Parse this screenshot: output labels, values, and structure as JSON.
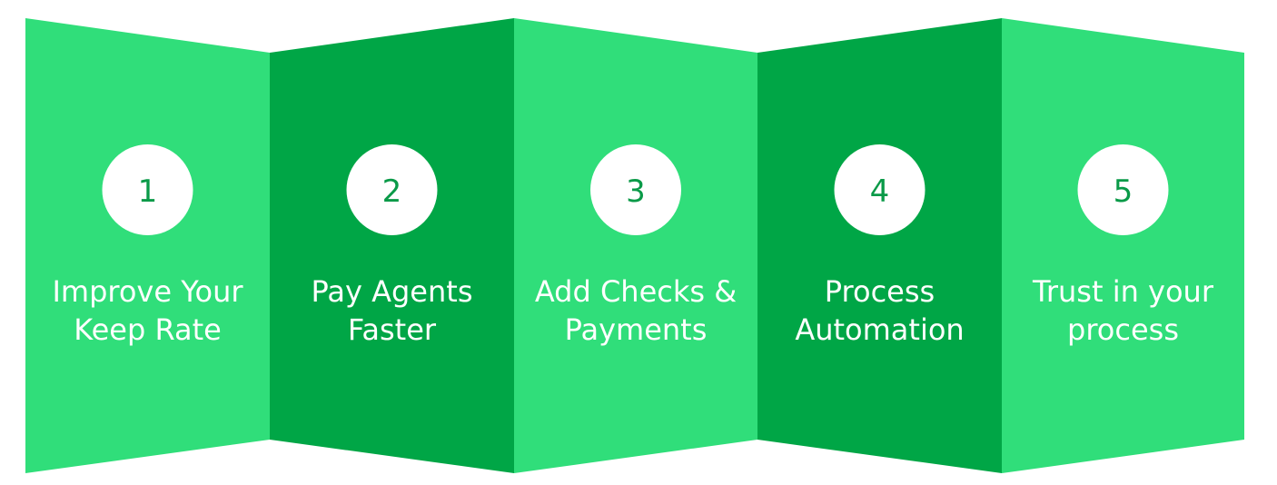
{
  "colors": {
    "light_green": "#30de7a",
    "dark_green": "#00a646",
    "number_green": "#0a9a48",
    "circle_fill": "#ffffff",
    "label_text": "#ffffff"
  },
  "steps": [
    {
      "number": "1",
      "label_lines": [
        "Improve Your",
        "Keep Rate"
      ],
      "shade": "light"
    },
    {
      "number": "2",
      "label_lines": [
        "Pay Agents",
        "Faster"
      ],
      "shade": "dark"
    },
    {
      "number": "3",
      "label_lines": [
        "Add Checks &",
        "Payments"
      ],
      "shade": "light"
    },
    {
      "number": "4",
      "label_lines": [
        "Process",
        "Automation"
      ],
      "shade": "dark"
    },
    {
      "number": "5",
      "label_lines": [
        "Trust in your",
        "process"
      ],
      "shade": "light"
    }
  ]
}
